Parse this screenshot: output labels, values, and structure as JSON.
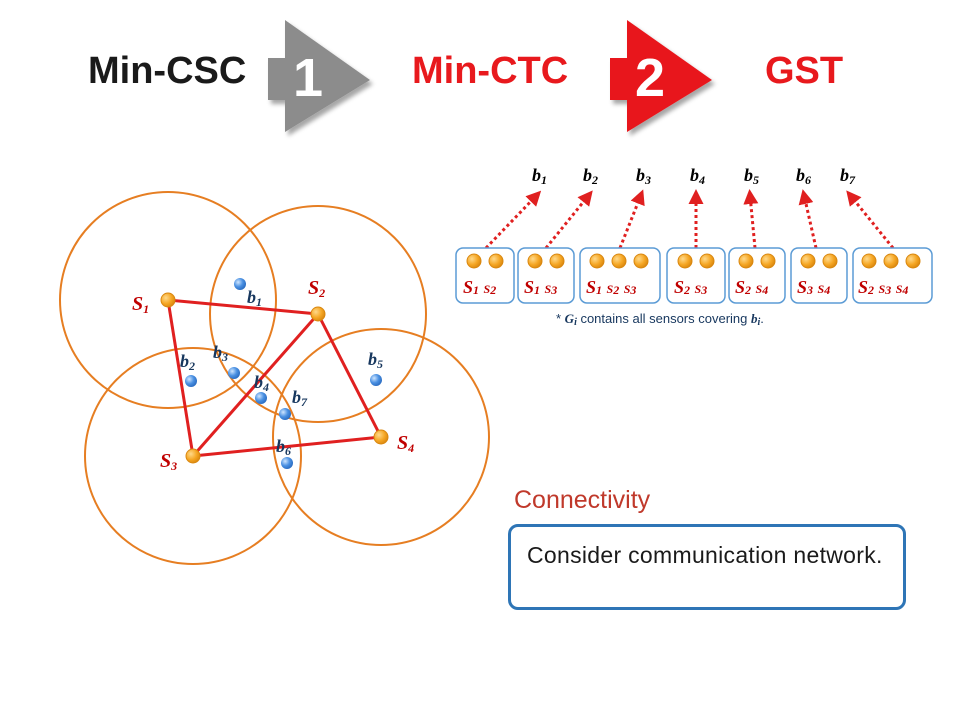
{
  "steps": {
    "step1_label": "Min-CSC",
    "arrow1_number": "1",
    "step2_label": "Min-CTC",
    "arrow2_number": "2",
    "step3_label": "GST"
  },
  "colors": {
    "step1": "#1a1a1a",
    "step_active": "#e8191d",
    "arrow1": "#8c8c8c",
    "arrow2": "#e8191d",
    "circle": "#e67e22",
    "link": "#e02020",
    "sensor": "#f5a623",
    "target": "#4a90e2",
    "group_border": "#5b9bd5",
    "box_border": "#2e75b6"
  },
  "network": {
    "sensors": [
      {
        "id": "s1",
        "base": "S",
        "sub": "1"
      },
      {
        "id": "s2",
        "base": "S",
        "sub": "2"
      },
      {
        "id": "s3",
        "base": "S",
        "sub": "3"
      },
      {
        "id": "s4",
        "base": "S",
        "sub": "4"
      }
    ],
    "targets": [
      {
        "id": "b1",
        "base": "b",
        "sub": "1"
      },
      {
        "id": "b2",
        "base": "b",
        "sub": "2"
      },
      {
        "id": "b3",
        "base": "b",
        "sub": "3"
      },
      {
        "id": "b4",
        "base": "b",
        "sub": "4"
      },
      {
        "id": "b5",
        "base": "b",
        "sub": "5"
      },
      {
        "id": "b6",
        "base": "b",
        "sub": "6"
      },
      {
        "id": "b7",
        "base": "b",
        "sub": "7"
      }
    ]
  },
  "groups": {
    "targets": [
      {
        "base": "b",
        "sub": "1"
      },
      {
        "base": "b",
        "sub": "2"
      },
      {
        "base": "b",
        "sub": "3"
      },
      {
        "base": "b",
        "sub": "4"
      },
      {
        "base": "b",
        "sub": "5"
      },
      {
        "base": "b",
        "sub": "6"
      },
      {
        "base": "b",
        "sub": "7"
      }
    ],
    "items": [
      {
        "sensors": [
          {
            "base": "S",
            "sub": "1"
          },
          {
            "base": "S",
            "sub": "2"
          }
        ]
      },
      {
        "sensors": [
          {
            "base": "S",
            "sub": "1"
          },
          {
            "base": "S",
            "sub": "3"
          }
        ]
      },
      {
        "sensors": [
          {
            "base": "S",
            "sub": "1"
          },
          {
            "base": "S",
            "sub": "2"
          },
          {
            "base": "S",
            "sub": "3"
          }
        ]
      },
      {
        "sensors": [
          {
            "base": "S",
            "sub": "2"
          },
          {
            "base": "S",
            "sub": "3"
          }
        ]
      },
      {
        "sensors": [
          {
            "base": "S",
            "sub": "2"
          },
          {
            "base": "S",
            "sub": "4"
          }
        ]
      },
      {
        "sensors": [
          {
            "base": "S",
            "sub": "3"
          },
          {
            "base": "S",
            "sub": "4"
          }
        ]
      },
      {
        "sensors": [
          {
            "base": "S",
            "sub": "2"
          },
          {
            "base": "S",
            "sub": "3"
          },
          {
            "base": "S",
            "sub": "4"
          }
        ]
      }
    ],
    "note": {
      "prefix": "* ",
      "g_base": "G",
      "g_sub": "i",
      "middle": " contains all sensors covering ",
      "b_base": "b",
      "b_sub": "i",
      "suffix": "."
    }
  },
  "connectivity": {
    "title": "Connectivity",
    "text": "Consider communication network."
  }
}
